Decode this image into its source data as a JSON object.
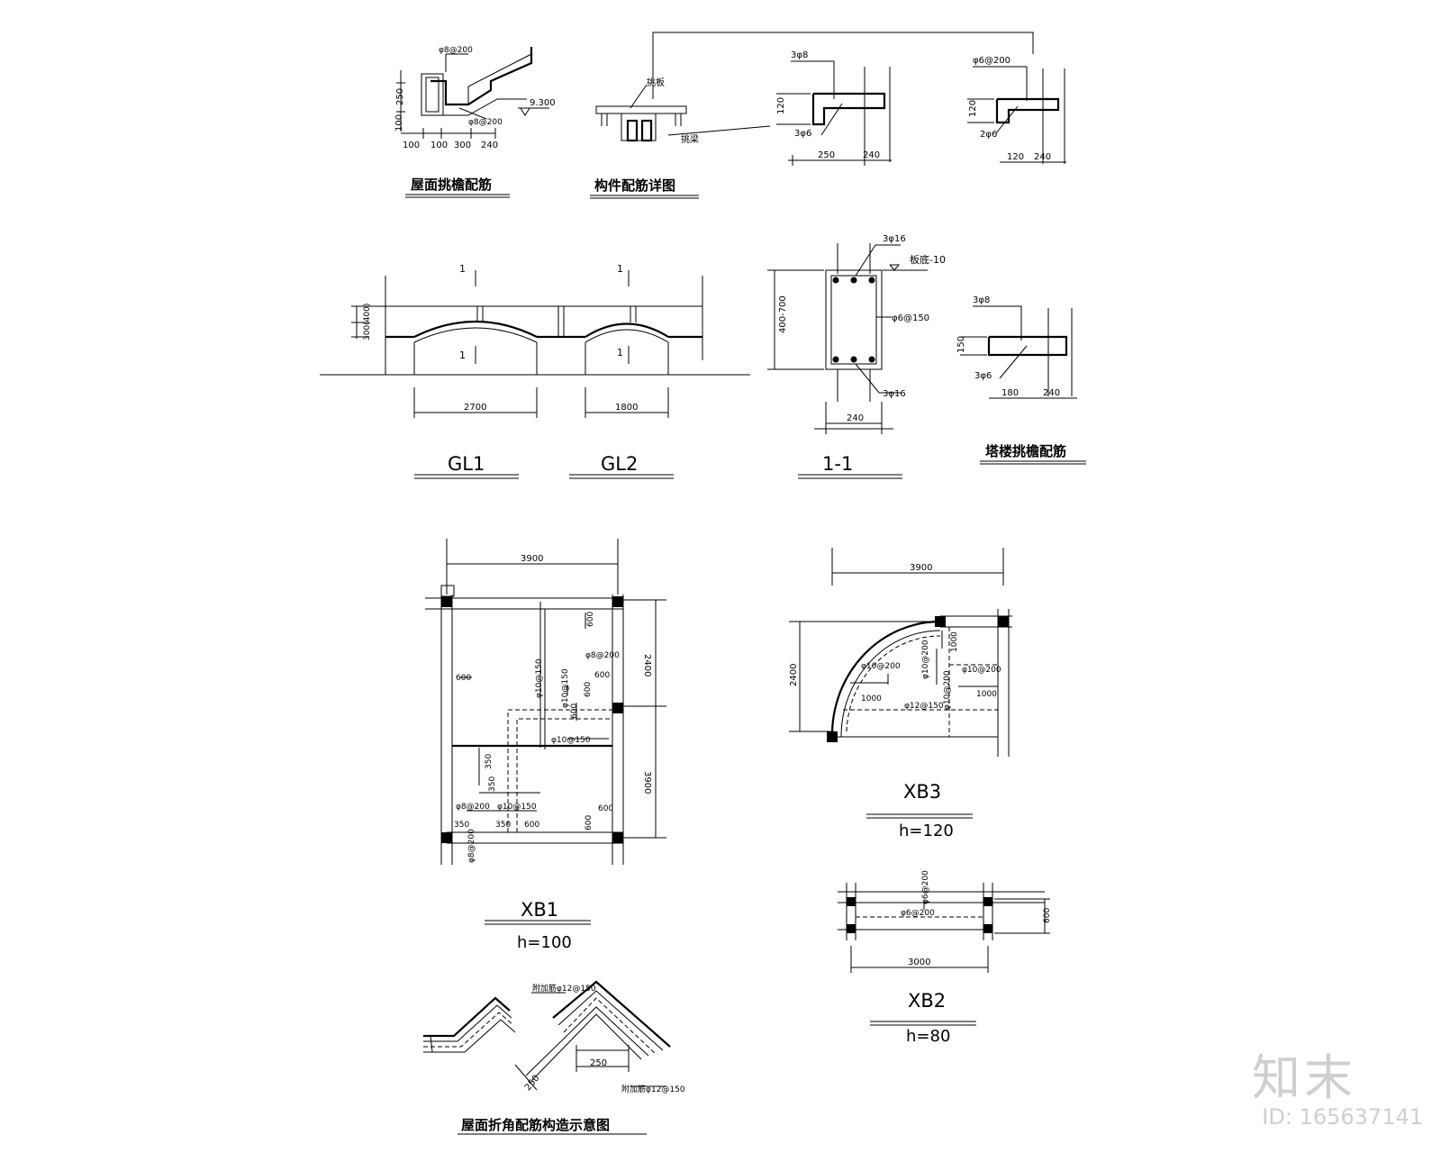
{
  "drawings": {
    "roof_eave": {
      "title": "屋面挑檐配筋",
      "labels": {
        "rebar_top": "φ8@200",
        "rebar_low": "φ8@200",
        "elev": "9.300",
        "h1": "250",
        "h2": "100"
      },
      "dims": [
        "100",
        "100",
        "300",
        "240"
      ]
    },
    "member_detail": {
      "title": "构件配筋详图",
      "labels": {
        "slab": "挑板",
        "beam": "挑梁"
      }
    },
    "section_a": {
      "top": "3φ8",
      "bottom": "3φ6",
      "height": "120",
      "dims": [
        "250",
        "240"
      ]
    },
    "section_b": {
      "top": "φ6@200",
      "bottom": "2φ6",
      "height": "120",
      "dims": [
        "120",
        "240"
      ]
    },
    "lintel": {
      "mark_1": "1",
      "height": "300(400)",
      "spans": [
        "2700",
        "1800"
      ],
      "titles": [
        "GL1",
        "GL2"
      ]
    },
    "section_11": {
      "top_bars": "3φ16",
      "bottom_bars": "3φ16",
      "stirrup": "φ6@150",
      "slab_level": "板底-10",
      "depth": "400-700",
      "width": "240",
      "title": "1-1"
    },
    "tower_eave": {
      "title": "塔楼挑檐配筋",
      "top": "3φ8",
      "bottom": "3φ6",
      "height": "150",
      "dims": [
        "180",
        "240"
      ]
    },
    "xb1": {
      "name": "XB1",
      "thickness": "h=100",
      "dims": {
        "width": "3900",
        "h_top": "2400",
        "h_bot": "3900"
      },
      "labels": {
        "l600a": "600",
        "l600b": "600",
        "l600c": "600",
        "l600d": "600",
        "l600e": "600",
        "l600f": "600",
        "l600g": "600",
        "l600h": "600",
        "r10_150_v": "φ10@150",
        "r10_150_v2": "φ10@150",
        "r10_150_h": "φ10@150",
        "r10_150_h2": "φ10@150",
        "r8_200": "φ8@200",
        "r8_200b": "φ8@200",
        "r8_200c": "φ8@200",
        "l350a": "350",
        "l350b": "350",
        "l350c": "350",
        "l350d": "350"
      }
    },
    "xb3": {
      "name": "XB3",
      "thickness": "h=120",
      "dims": {
        "width": "3900",
        "height": "2400"
      },
      "labels": {
        "r10_200a": "φ10@200",
        "r10_200b": "φ10@200",
        "r10_200c": "φ10@200",
        "r10_200d": "φ10@200",
        "r12_150": "φ12@150",
        "l1000a": "1000",
        "l1000b": "1000",
        "l1000c": "1000"
      }
    },
    "xb2": {
      "name": "XB2",
      "thickness": "h=80",
      "dims": {
        "width": "3000",
        "height": "600"
      },
      "labels": {
        "r6_200": "φ6@200",
        "r6_200v": "φ6@200"
      }
    },
    "fold": {
      "title": "屋面折角配筋构造示意图",
      "labels": {
        "top": "附加筋φ12@150",
        "bottom": "附加筋φ12@150",
        "dim250": "250",
        "dim250b": "250"
      }
    }
  },
  "watermark": {
    "logo": "知末",
    "id": "ID: 165637141"
  }
}
